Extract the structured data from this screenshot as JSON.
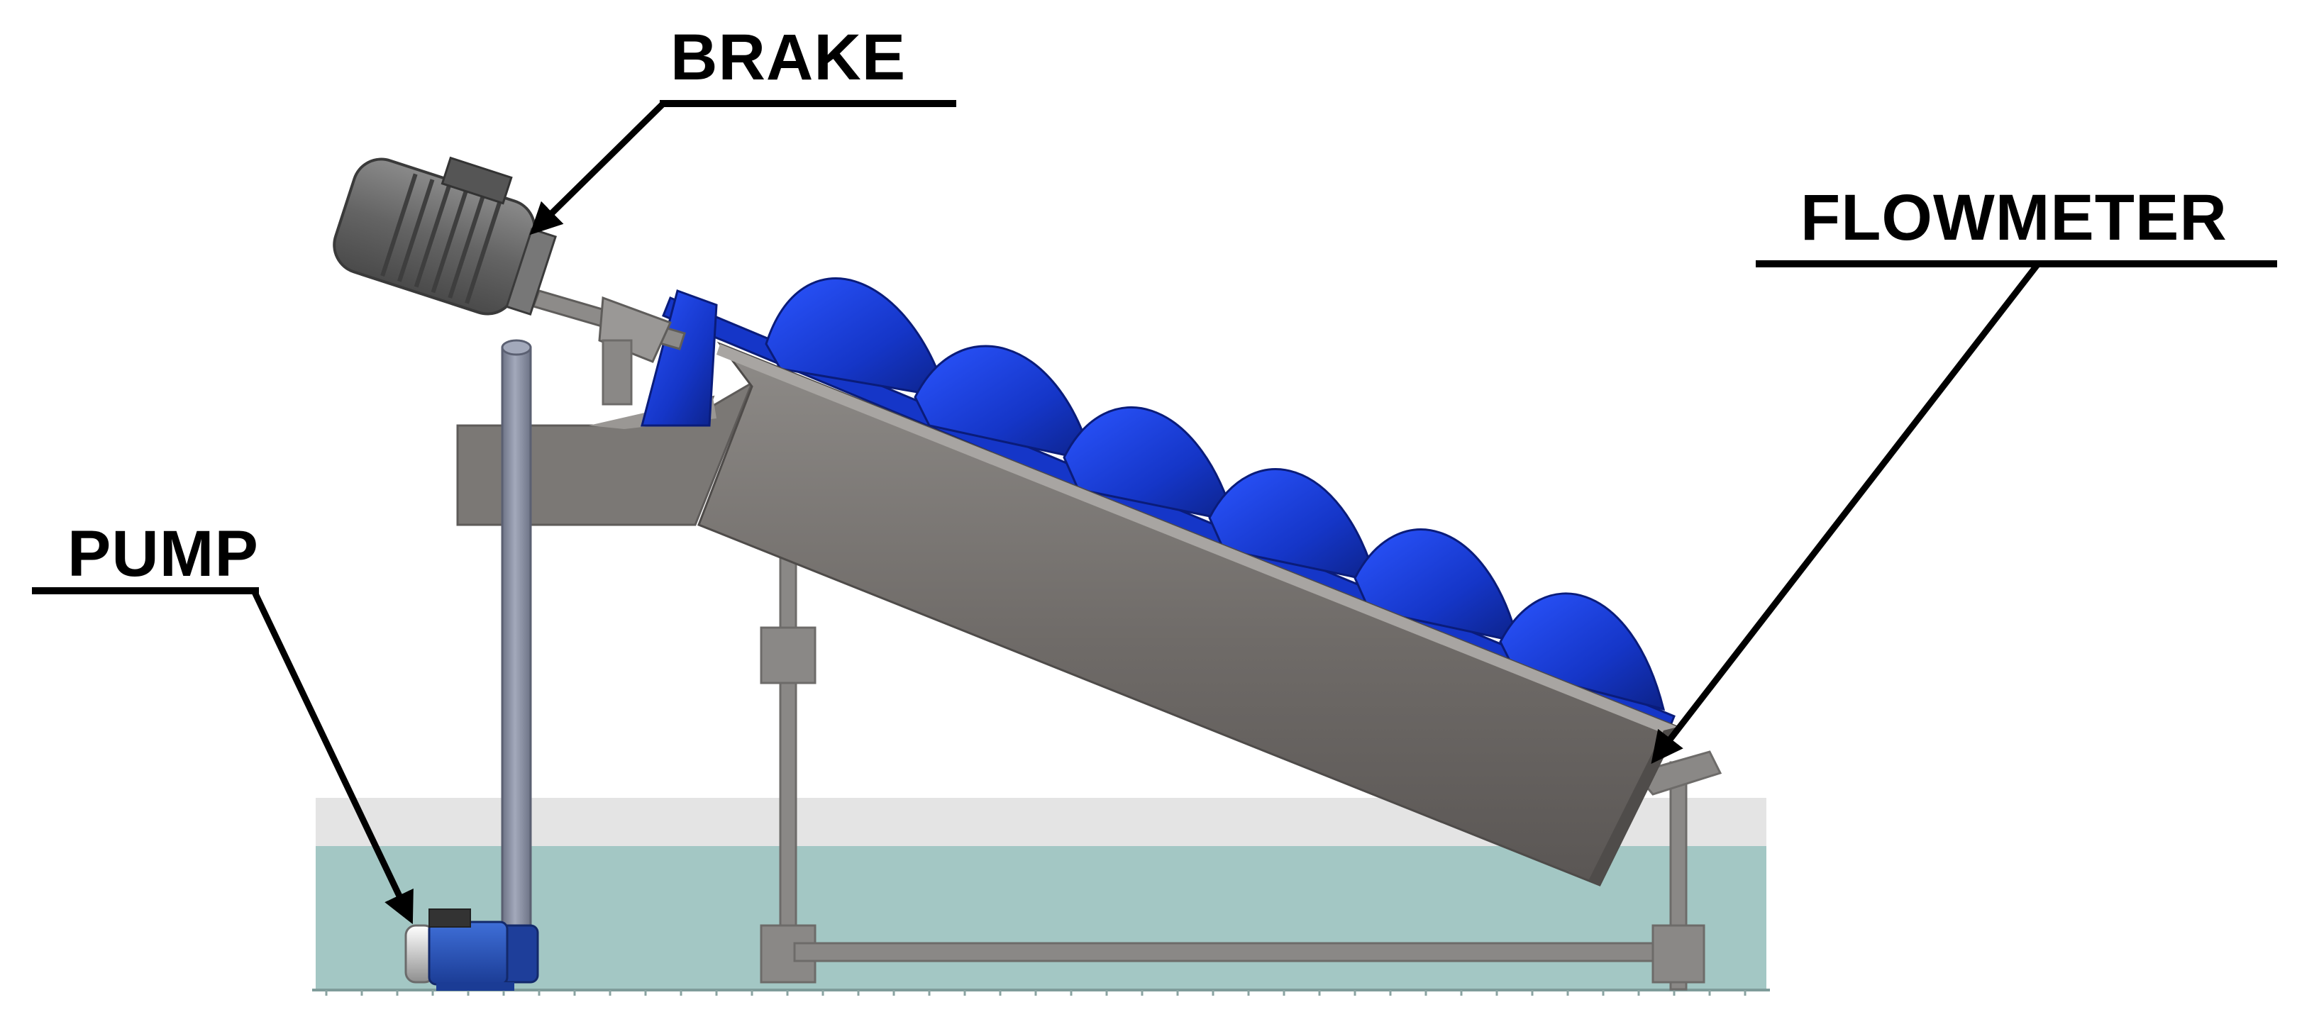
{
  "labels": {
    "brake": "BRAKE",
    "flowmeter": "FLOWMETER",
    "pump": "PUMP"
  },
  "colors": {
    "background": "#ffffff",
    "text": "#000000",
    "water": "#a3c7c4",
    "tank_air": "#e4e4e4",
    "auger_blue": "#1c3fd6",
    "trough_gray": "#777472",
    "frame_gray": "#8a8886",
    "motor_gray": "#6b6b6b",
    "pipe_gray": "#8a90a2"
  }
}
